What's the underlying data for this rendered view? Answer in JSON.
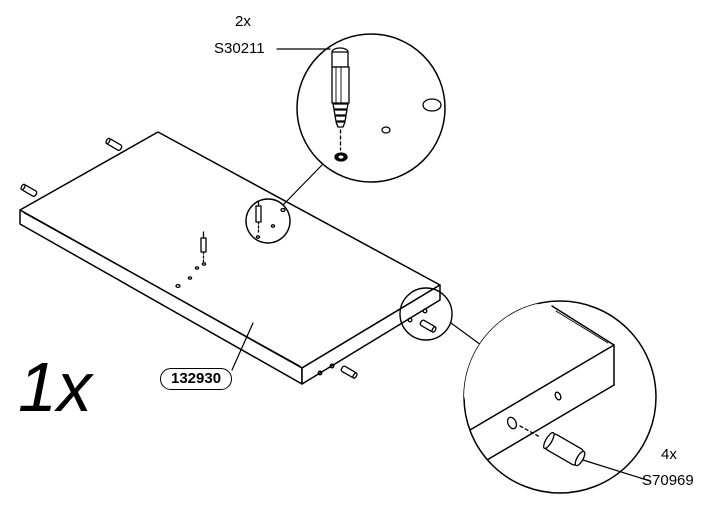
{
  "instruction": {
    "quantity": "1x",
    "panel_part": "132930",
    "cam_bolt": {
      "quantity": "2x",
      "part": "S30211"
    },
    "dowel": {
      "quantity": "4x",
      "part": "S70969"
    }
  },
  "colors": {
    "line": "#000000",
    "background": "#ffffff"
  },
  "icons": [
    "panel-board",
    "cam-bolt-icon",
    "wood-dowel-icon",
    "magnifier-circle"
  ]
}
